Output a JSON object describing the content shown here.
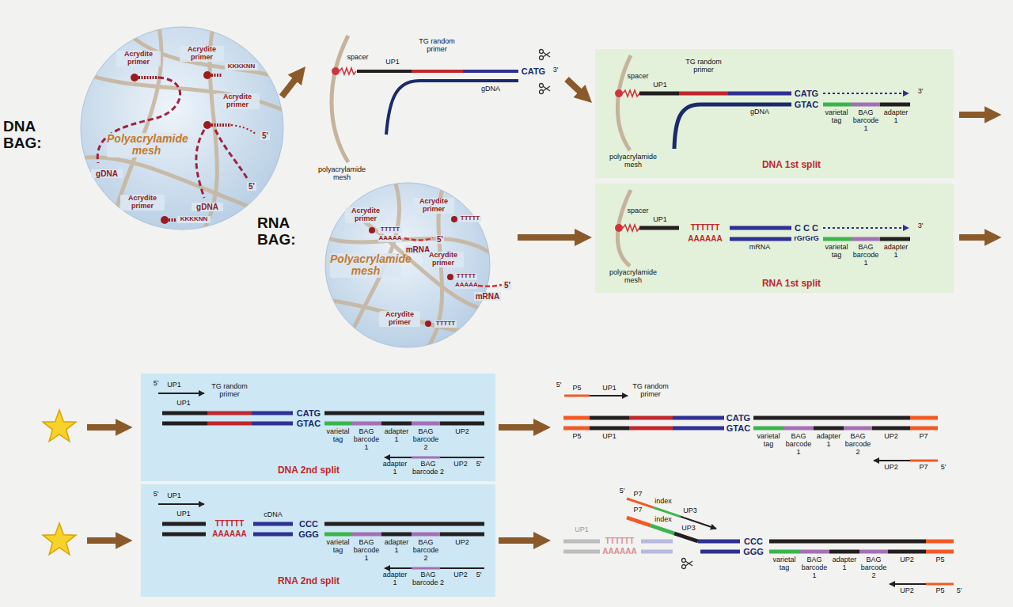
{
  "diagram": {
    "nodes": [
      {
        "text": [
          "DNA BAG:",
          "Acrydite primer",
          "Acrydite primer",
          "KKKKNN",
          "Acrydite primer",
          "Polyacrylamide mesh",
          "gDNA",
          "5'",
          "5'",
          "gDNA",
          "Acrydite primer",
          "KKKKNN"
        ]
      },
      {
        "text": [
          "spacer",
          "UP1",
          "TG random primer",
          "CATG",
          "3'",
          "gDNA",
          "polyacrylamide mesh"
        ]
      },
      {
        "text": [
          "spacer",
          "UP1",
          "TG random primer",
          "CATG",
          "GTAC",
          "3'",
          "gDNA",
          "varietal tag",
          "BAG barcode 1",
          "adapter 1",
          "polyacrylamide mesh",
          "DNA 1st split"
        ]
      },
      {
        "text": [
          "RNA BAG:",
          "Acrydite primer",
          "TTTTT",
          "AAAAA",
          "mRNA",
          "5'",
          "Acrydite primer",
          "TTTTT",
          "Polyacrylamide mesh",
          "Acrydite primer",
          "TTTTT",
          "AAAAA",
          "mRNA",
          "5'",
          "Acrydite primer",
          "TTTTT"
        ]
      },
      {
        "text": [
          "spacer",
          "UP1",
          "TTTTTT",
          "AAAAAA",
          "mRNA",
          "C C C",
          "rGrGrG",
          "3'",
          "varietal tag",
          "BAG barcode 1",
          "adapter 1",
          "polyacrylamide mesh",
          "RNA 1st split"
        ]
      },
      {
        "text": [
          "5'",
          "UP1",
          "UP1",
          "TG random primer",
          "CATG",
          "GTAC",
          "varietal tag",
          "BAG barcode 1",
          "adapter 1",
          "BAG barcode 2",
          "UP2",
          "adapter 1",
          "BAG barcode 2",
          "UP2",
          "5'",
          "DNA 2nd split"
        ]
      },
      {
        "text": [
          "5'",
          "P5",
          "UP1",
          "TG random primer",
          "CATG",
          "GTAC",
          "P5",
          "UP1",
          "varietal tag",
          "BAG barcode 1",
          "adapter 1",
          "BAG barcode 2",
          "UP2",
          "P7",
          "UP2",
          "P7",
          "5'"
        ]
      },
      {
        "text": [
          "5'",
          "UP1",
          "UP1",
          "TTTTTT",
          "AAAAAA",
          "cDNA",
          "CCC",
          "GGG",
          "varietal tag",
          "BAG barcode 1",
          "adapter 1",
          "BAG barcode 2",
          "UP2",
          "adapter 1",
          "BAG barcode 2",
          "UP2",
          "5'",
          "RNA 2nd split"
        ]
      },
      {
        "text": [
          "UP1",
          "TTTTTT",
          "AAAAAA",
          "5'",
          "P7",
          "index",
          "UP3",
          "P7",
          "index",
          "UP3",
          "CCC",
          "GGG",
          "varietal tag",
          "BAG barcode 1",
          "adapter 1",
          "BAG barcode 2",
          "UP2",
          "P5",
          "UP2",
          "P5",
          "5'"
        ]
      }
    ],
    "edges": [
      {
        "from": 0,
        "to": 1,
        "arrow": "to"
      },
      {
        "from": 1,
        "to": 2,
        "arrow": "to"
      },
      {
        "from": 3,
        "to": 4,
        "arrow": "to"
      },
      {
        "from": 5,
        "to": 6,
        "arrow": "to"
      },
      {
        "from": 7,
        "to": 8,
        "arrow": "to"
      }
    ]
  }
}
